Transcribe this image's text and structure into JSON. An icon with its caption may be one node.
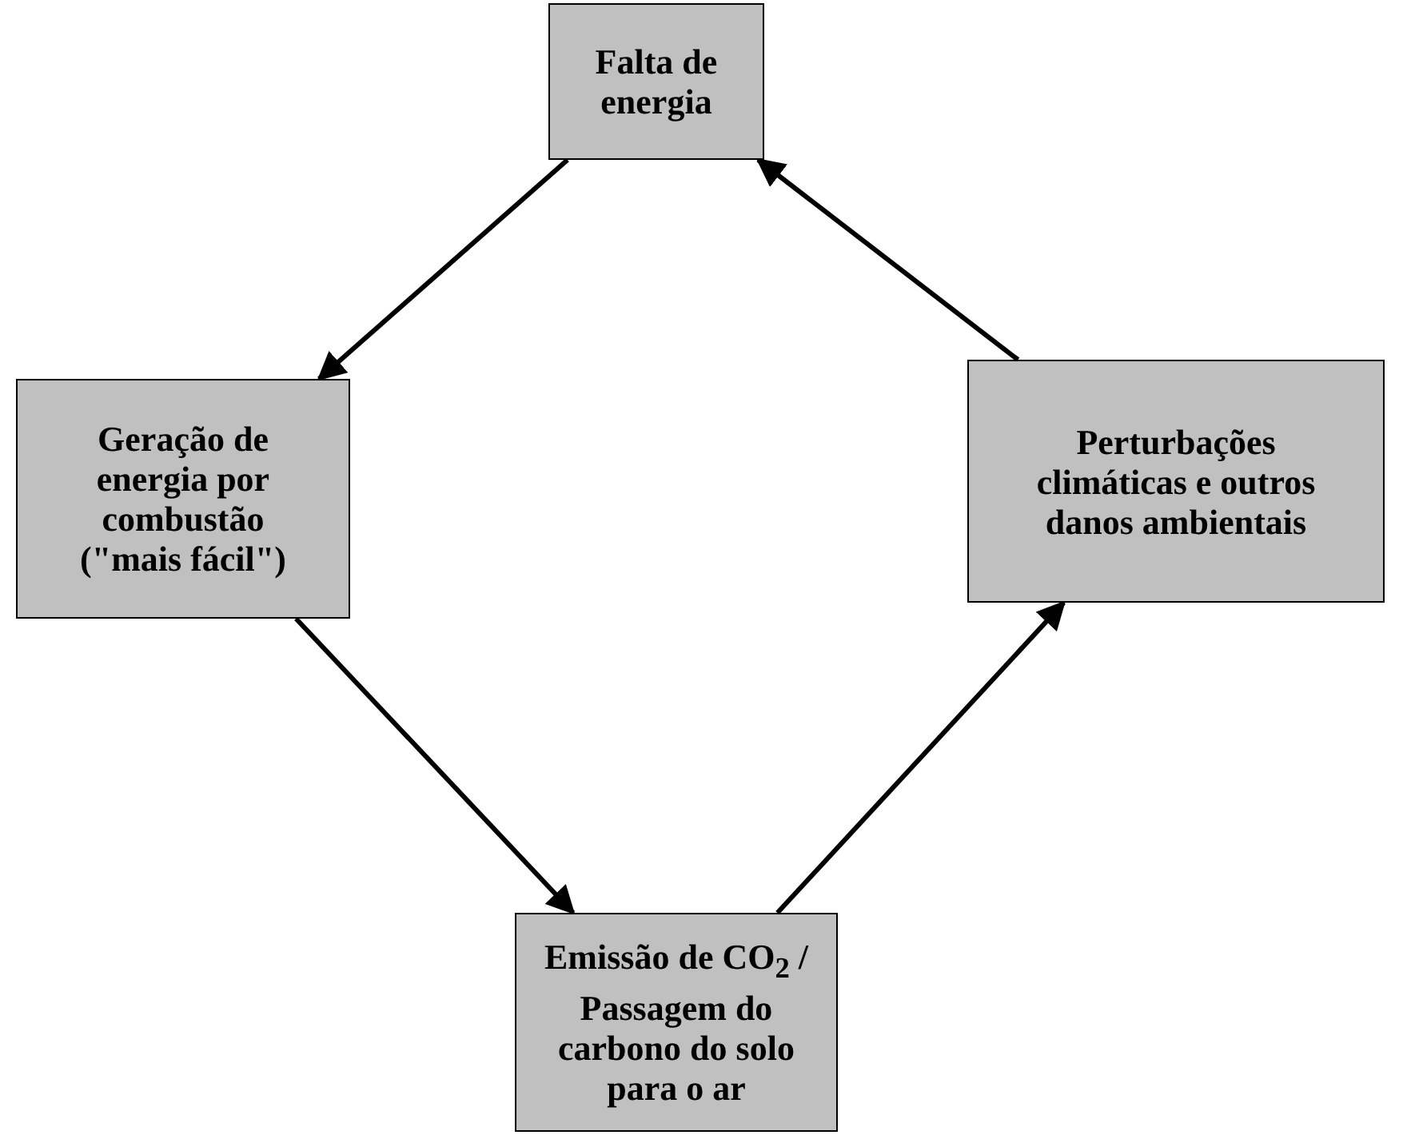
{
  "diagram": {
    "nodes": [
      {
        "text": [
          "Falta de energia"
        ]
      },
      {
        "text": [
          "Geração de energia por combustão (\"mais fácil\")"
        ]
      },
      {
        "text": [
          "Emissão de CO$_{2}$ / Passagem do carbono do solo para o ar"
        ]
      },
      {
        "text": [
          "Perturbações climáticas e outros danos ambientais"
        ]
      }
    ],
    "edges": [
      {
        "from": 0,
        "to": 1,
        "arrow": "to"
      },
      {
        "from": 1,
        "to": 2,
        "arrow": "to"
      },
      {
        "from": 2,
        "to": 3,
        "arrow": "to"
      },
      {
        "from": 3,
        "to": 0,
        "arrow": "to"
      }
    ]
  }
}
